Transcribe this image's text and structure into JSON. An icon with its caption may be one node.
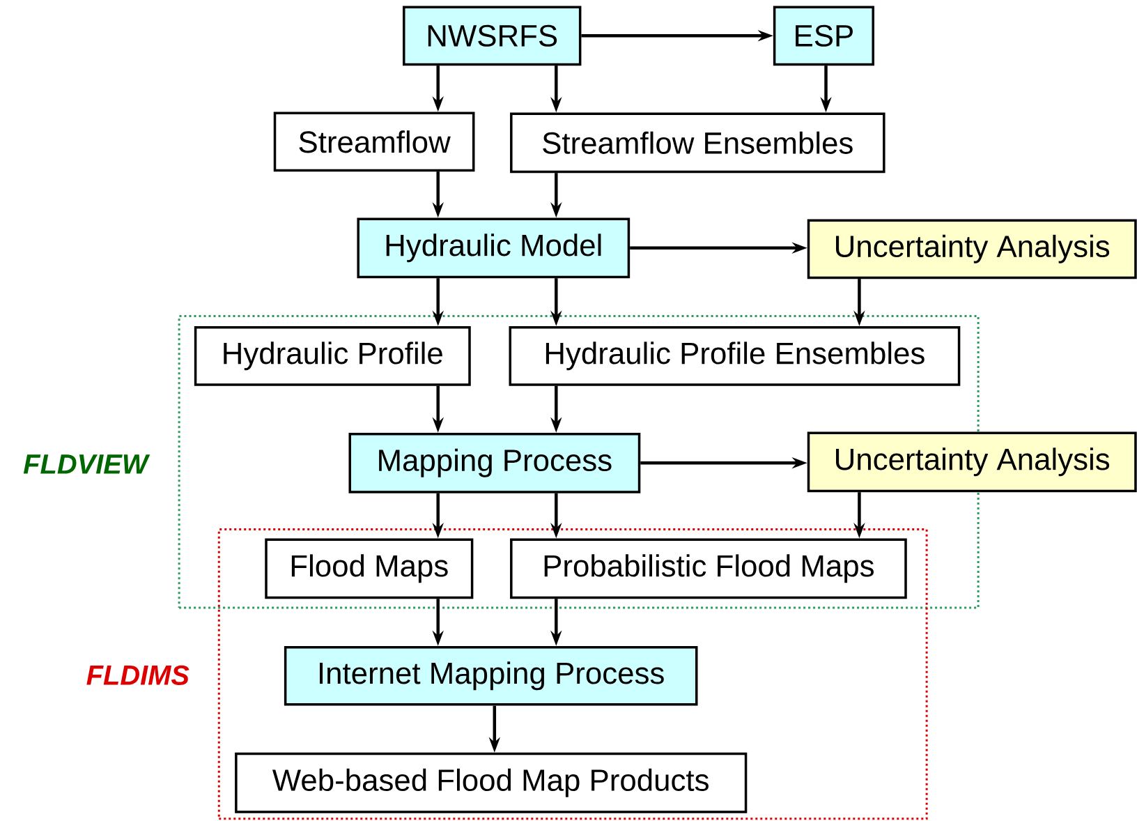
{
  "diagram": {
    "nodes": [
      {
        "text": [
          "NWSRFS"
        ]
      },
      {
        "text": [
          "ESP"
        ]
      },
      {
        "text": [
          "Streamflow"
        ]
      },
      {
        "text": [
          "Streamflow Ensembles"
        ]
      },
      {
        "text": [
          "Hydraulic Model"
        ]
      },
      {
        "text": [
          "Uncertainty Analysis"
        ]
      },
      {
        "text": [
          "FLDVIEW"
        ]
      },
      {
        "text": [
          "Hydraulic Profile"
        ],
        "in": 6
      },
      {
        "text": [
          "Hydraulic Profile Ensembles"
        ],
        "in": 6
      },
      {
        "text": [
          "Mapping Process"
        ],
        "in": 6
      },
      {
        "text": [
          "Uncertainty Analysis"
        ]
      },
      {
        "text": [
          "FLDIMS"
        ]
      },
      {
        "text": [
          "Flood Maps"
        ]
      },
      {
        "text": [
          "Probabilistic Flood Maps"
        ]
      },
      {
        "text": [
          "Internet Mapping Process"
        ],
        "in": 11
      },
      {
        "text": [
          "Web-based Flood Map Products"
        ],
        "in": 11
      }
    ],
    "edges": [
      {
        "from": 0,
        "to": 1,
        "arrow": "to"
      },
      {
        "from": 0,
        "to": 2,
        "arrow": "to"
      },
      {
        "from": 0,
        "to": 3,
        "arrow": "to"
      },
      {
        "from": 1,
        "to": 3,
        "arrow": "to"
      },
      {
        "from": 2,
        "to": 4,
        "arrow": "to"
      },
      {
        "from": 3,
        "to": 4,
        "arrow": "to"
      },
      {
        "from": 4,
        "to": 5,
        "arrow": "to"
      },
      {
        "from": 4,
        "to": 7,
        "arrow": "to"
      },
      {
        "from": 4,
        "to": 8,
        "arrow": "to"
      },
      {
        "from": 5,
        "to": 8,
        "arrow": "to"
      },
      {
        "from": 7,
        "to": 9,
        "arrow": "to"
      },
      {
        "from": 8,
        "to": 9,
        "arrow": "to"
      },
      {
        "from": 9,
        "to": 10,
        "arrow": "to"
      },
      {
        "from": 9,
        "to": 12,
        "arrow": "to"
      },
      {
        "from": 9,
        "to": 13,
        "arrow": "to"
      },
      {
        "from": 10,
        "to": 13,
        "arrow": "to"
      },
      {
        "from": 12,
        "to": 14,
        "arrow": "to"
      },
      {
        "from": 13,
        "to": 14,
        "arrow": "to"
      },
      {
        "from": 14,
        "to": 15,
        "arrow": "to"
      }
    ]
  }
}
